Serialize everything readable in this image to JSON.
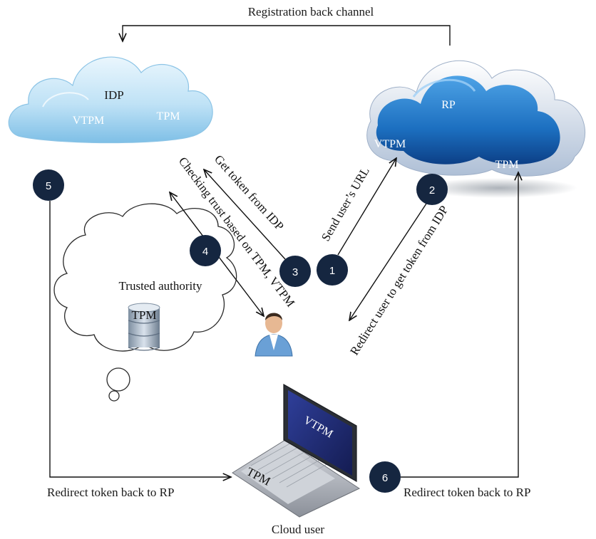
{
  "top_channel_label": "Registration back channel",
  "idp": {
    "title": "IDP",
    "vtpm": "VTPM",
    "tpm": "TPM"
  },
  "rp": {
    "title": "RP",
    "vtpm": "VTPM",
    "tpm": "TPM"
  },
  "trusted_authority": {
    "title": "Trusted authority",
    "tpm": "TPM"
  },
  "laptop": {
    "screen_label": "VTPM",
    "keyboard_label": "TPM"
  },
  "cloud_user_label": "Cloud user",
  "steps": [
    {
      "number": "1",
      "label": "Send user’s URL"
    },
    {
      "number": "2",
      "label": "Redirect user to get token from IDP"
    },
    {
      "number": "3",
      "label": "Get token from IDP"
    },
    {
      "number": "4",
      "label": "Checking trust based on TPM, VTPM"
    },
    {
      "number": "5",
      "label": "Redirect token back to RP"
    },
    {
      "number": "6",
      "label": "Redirect token back to RP"
    }
  ],
  "colors": {
    "step_badge": "#152640",
    "idp_cloud": "#bfe2f6",
    "rp_cloud": "#1c6fc0",
    "laptop_screen": "#1c2a72"
  }
}
